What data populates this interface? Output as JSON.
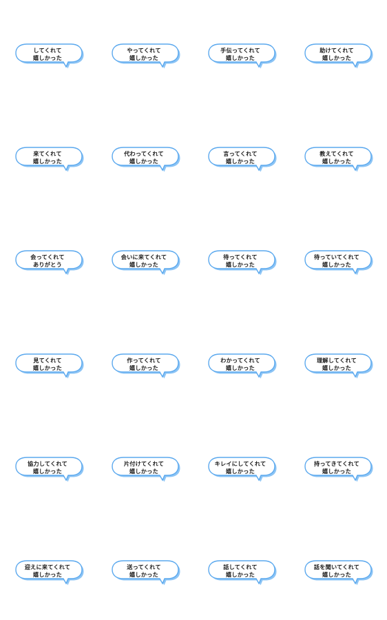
{
  "colors": {
    "bubble_fill": "#ffffff",
    "bubble_shadow": "#8cc4f5",
    "bubble_outline": "#5aa8ee",
    "text": "#1c1c1c",
    "background": "#ffffff"
  },
  "stickers": [
    {
      "line1": "してくれて",
      "line2": "嬉しかった"
    },
    {
      "line1": "やってくれて",
      "line2": "嬉しかった"
    },
    {
      "line1": "手伝ってくれて",
      "line2": "嬉しかった"
    },
    {
      "line1": "助けてくれて",
      "line2": "嬉しかった"
    },
    {
      "line1": "来てくれて",
      "line2": "嬉しかった"
    },
    {
      "line1": "代わってくれて",
      "line2": "嬉しかった"
    },
    {
      "line1": "言ってくれて",
      "line2": "嬉しかった"
    },
    {
      "line1": "教えてくれて",
      "line2": "嬉しかった"
    },
    {
      "line1": "会ってくれて",
      "line2": "ありがとう"
    },
    {
      "line1": "会いに来てくれて",
      "line2": "嬉しかった"
    },
    {
      "line1": "待ってくれて",
      "line2": "嬉しかった"
    },
    {
      "line1": "待っていてくれて",
      "line2": "嬉しかった"
    },
    {
      "line1": "見てくれて",
      "line2": "嬉しかった"
    },
    {
      "line1": "作ってくれて",
      "line2": "嬉しかった"
    },
    {
      "line1": "わかってくれて",
      "line2": "嬉しかった"
    },
    {
      "line1": "理解してくれて",
      "line2": "嬉しかった"
    },
    {
      "line1": "協力してくれて",
      "line2": "嬉しかった"
    },
    {
      "line1": "片付けてくれて",
      "line2": "嬉しかった"
    },
    {
      "line1": "キレイにしてくれて",
      "line2": "嬉しかった"
    },
    {
      "line1": "持ってきてくれて",
      "line2": "嬉しかった"
    },
    {
      "line1": "迎えに来てくれて",
      "line2": "嬉しかった"
    },
    {
      "line1": "送ってくれて",
      "line2": "嬉しかった"
    },
    {
      "line1": "話してくれて",
      "line2": "嬉しかった"
    },
    {
      "line1": "話を聞いてくれて",
      "line2": "嬉しかった"
    }
  ]
}
